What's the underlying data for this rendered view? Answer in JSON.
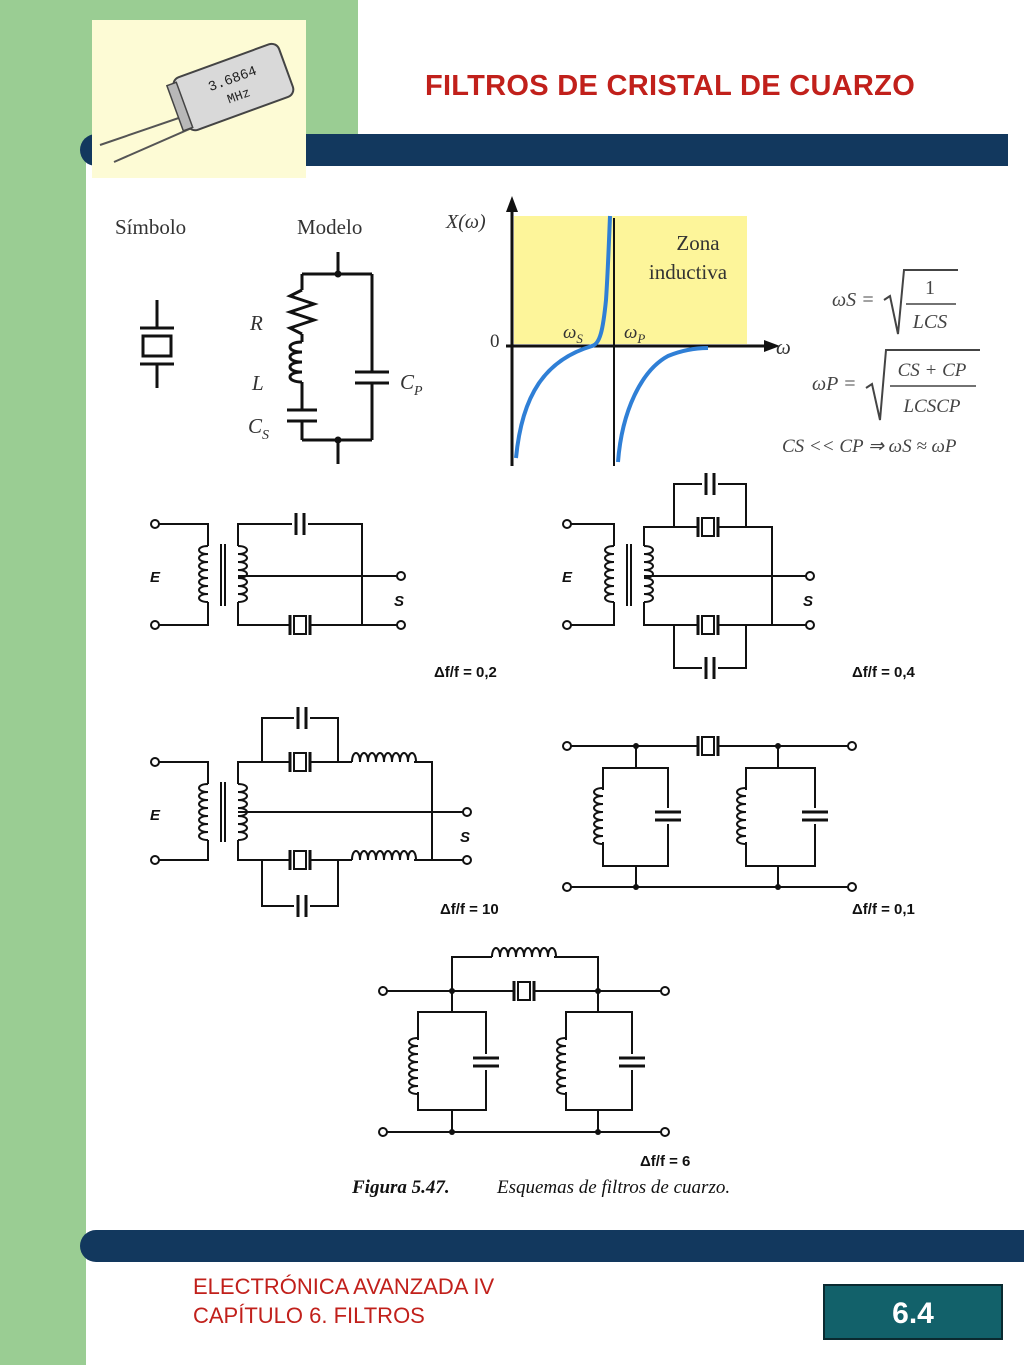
{
  "slide": {
    "title": "FILTROS DE CRISTAL DE CUARZO",
    "footer_line1": "ELECTRÓNICA AVANZADA IV",
    "footer_line2": "CAPÍTULO 6. FILTROS",
    "page_number": "6.4"
  },
  "crystal_photo": {
    "line1": "3.6864",
    "line2": "MHz"
  },
  "model": {
    "symbol_label": "Símbolo",
    "model_label": "Modelo",
    "R": "R",
    "L": "L",
    "CS": "C",
    "CS_sub": "S",
    "CP": "C",
    "CP_sub": "P"
  },
  "reactance_plot": {
    "y_label": "X(ω)",
    "x_label": "ω",
    "zero": "0",
    "ws": "ω",
    "ws_sub": "S",
    "wp": "ω",
    "wp_sub": "P",
    "zone_line1": "Zona",
    "zone_line2": "inductiva",
    "colors": {
      "zone": "#fdf59a",
      "curve": "#2f7fd6"
    }
  },
  "equations": {
    "eq1_lhs": "ωS =",
    "eq1_num": "1",
    "eq1_den": "LCS",
    "eq2_lhs": "ωP =",
    "eq2_num": "CS + CP",
    "eq2_den": "LCSCP",
    "eq3": "CS << CP ⇒ ωS ≈ ωP"
  },
  "circuits": {
    "E": "E",
    "S": "S",
    "c1_ratio": "Δf/f = 0,2",
    "c2_ratio": "Δf/f = 0,4",
    "c3_ratio": "Δf/f = 10",
    "c4_ratio": "Δf/f = 0,1",
    "c5_ratio": "Δf/f = 6"
  },
  "caption": {
    "label": "Figura 5.47.",
    "text": "Esquemas de filtros de cuarzo."
  }
}
